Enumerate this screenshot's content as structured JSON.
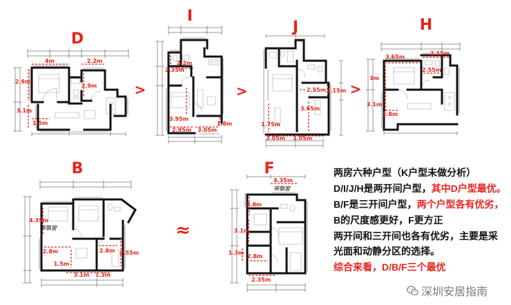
{
  "colors": {
    "accent": "#e8231c",
    "text": "#111111",
    "wall": "#111111",
    "watermark": "#7a7a7a"
  },
  "plans": {
    "d": {
      "label": "D",
      "dims": [
        "4m",
        "2.2m",
        "2.9m",
        "2.9m",
        "3.1m",
        "1.5m"
      ]
    },
    "i": {
      "label": "I",
      "dims": [
        "2.2m",
        "2.35m",
        "3.95m",
        "2.95m",
        "3.05m",
        "1.8m"
      ]
    },
    "j": {
      "label": "J",
      "dims": [
        "2.55m",
        "2.15m",
        "3.65m",
        "1.75m",
        "3.05m",
        "3.05m"
      ]
    },
    "h": {
      "label": "H",
      "dims": [
        "3.65m",
        "2.15m",
        "2.55m",
        "3m",
        "3.1m",
        "1.8m"
      ]
    },
    "b": {
      "label": "B",
      "bay_window": "带飘窗",
      "dims": [
        "4.35m",
        "2.8m",
        "1.5m",
        "3.1m",
        "1.3m",
        "2.8m",
        "2.55m"
      ]
    },
    "f": {
      "label": "F",
      "bay_window": "带飘窗",
      "dims": [
        "4.35m",
        "2.8m",
        "3.1m",
        "1.3m",
        "2.8m",
        "2.35m"
      ]
    }
  },
  "comparisons": {
    "d_i": ">",
    "i_j": ">",
    "j_h": ">",
    "b_f": "≈"
  },
  "summary": {
    "title": "两房六种户型（K户型未做分析）",
    "two_bay": "D/I/J/H是两开间户型，",
    "two_bay_verdict": "其中D户型最优。",
    "three_bay": "B/F是三开间户型，",
    "three_bay_verdict": "两个户型各有优劣，",
    "b_vs_f": "B的尺度感更好，F更方正",
    "comparison_1": "两开间和三开间也各有优劣，主要是采",
    "comparison_2": "光面和动静分区的选择。",
    "conclusion": "综合来看，D/B/F三个最优"
  },
  "watermark": {
    "icon": "wechat-icon",
    "text": "深圳安居指南"
  }
}
